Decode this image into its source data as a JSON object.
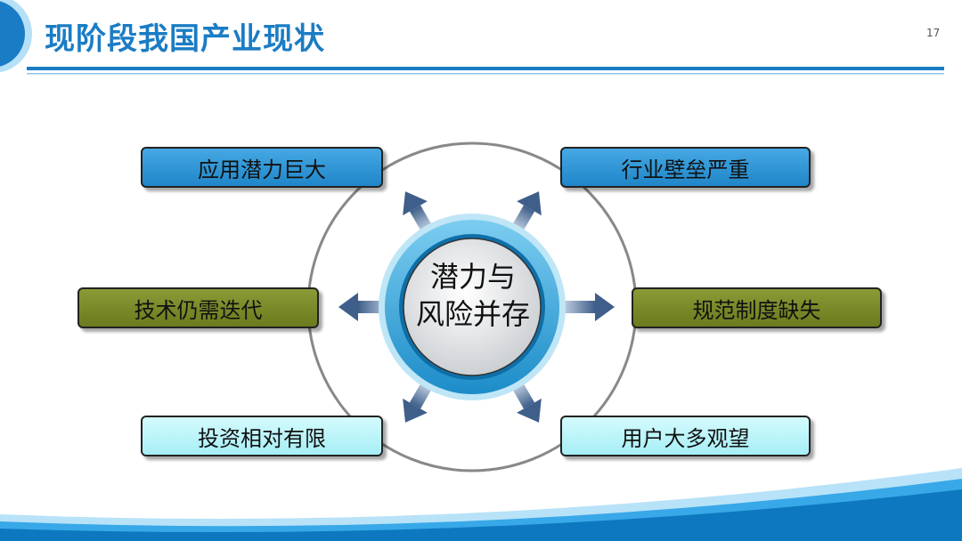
{
  "header": {
    "title": "现阶段我国产业现状",
    "page_number": "17"
  },
  "center": {
    "line1": "潜力与",
    "line2": "风险并存"
  },
  "items": [
    {
      "label": "应用潜力巨大",
      "color": "#2a8fd0"
    },
    {
      "label": "行业壁垒严重",
      "color": "#2a8fd0"
    },
    {
      "label": "技术仍需迭代",
      "color": "#7a8a2a"
    },
    {
      "label": "规范制度缺失",
      "color": "#7a8a2a"
    },
    {
      "label": "投资相对有限",
      "color": "#b8f3f8"
    },
    {
      "label": "用户大多观望",
      "color": "#b8f3f8"
    }
  ]
}
